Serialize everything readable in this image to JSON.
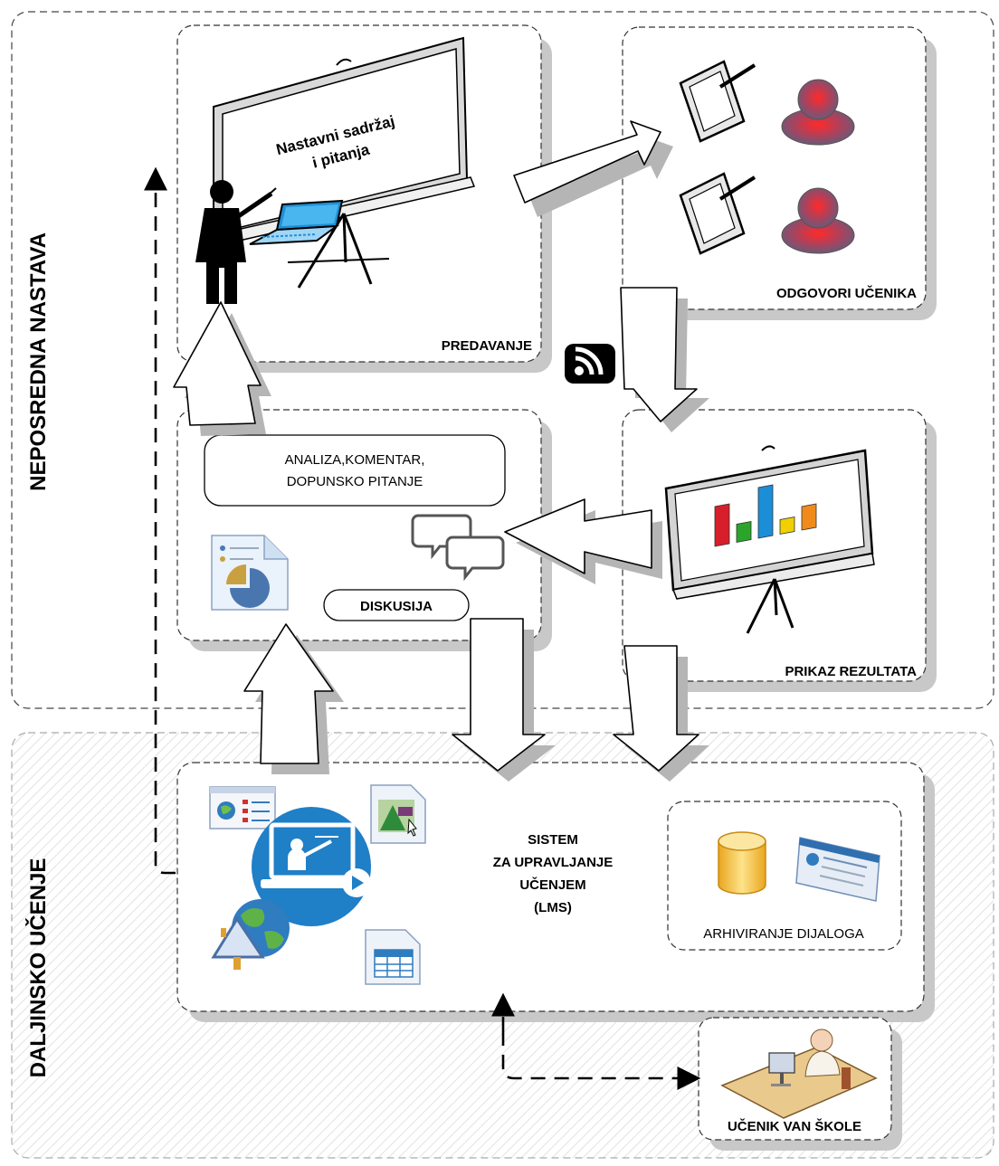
{
  "sections": {
    "top": "NEPOSREDNA NASTAVA",
    "bottom": "DALJINSKO UČENJE"
  },
  "boxes": {
    "predavanje": "PREDAVANJE",
    "odgovori": "ODGOVORI UČENIKA",
    "prikaz": "PRIKAZ REZULTATA",
    "ucenik_van": "UČENIK VAN ŠKOLE",
    "arhiviranje": "ARHIVIRANJE DIJALOGA"
  },
  "whiteboard": {
    "line1": "Nastavni sadržaj",
    "line2": "i pitanja"
  },
  "analysis": {
    "line1": "ANALIZA,KOMENTAR,",
    "line2": "DOPUNSKO PITANJE",
    "diskusija": "DISKUSIJA"
  },
  "lms": {
    "line1": "SISTEM",
    "line2": "ZA UPRAVLJANJE",
    "line3": "UČENJEM",
    "line4": "(LMS)"
  },
  "colors": {
    "student_body": "#c43a4a",
    "chart_bars": [
      "#d61f2b",
      "#2aa52a",
      "#1a8fd8",
      "#f0d000",
      "#f08a1c"
    ],
    "lms_circle": "#1f7fc7"
  },
  "icons": [
    "teacher-icon",
    "laptop-icon",
    "tablet-icon",
    "student-icon",
    "rss-icon",
    "chat-icon",
    "report-icon",
    "database-icon",
    "web-page-icon",
    "globe-icon",
    "spreadsheet-icon",
    "image-file-icon",
    "student-desk-icon"
  ]
}
